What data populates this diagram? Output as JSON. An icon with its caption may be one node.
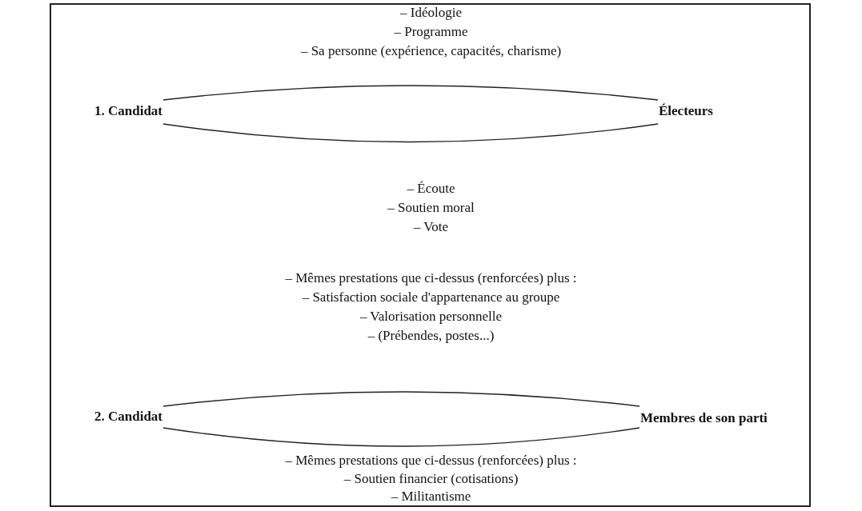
{
  "diagram": {
    "nodes": [
      {
        "text": [
          "1. Candidat"
        ]
      },
      {
        "text": [
          "Électeurs"
        ]
      },
      {
        "text": [
          "2. Candidat"
        ]
      },
      {
        "text": [
          "Membres de son parti"
        ]
      }
    ],
    "edges": [
      {
        "from": 0,
        "to": 1,
        "arrow": "none"
      },
      {
        "from": 0,
        "to": 1,
        "arrow": "none"
      },
      {
        "from": 2,
        "to": 3,
        "arrow": "none"
      },
      {
        "from": 2,
        "to": 3,
        "arrow": "none"
      }
    ],
    "labels": [
      "– Idéologie",
      "– Programme",
      "– Sa personne (expérience, capacités, charisme)",
      "– Écoute",
      "– Soutien moral",
      "– Vote",
      "– Mêmes prestations que ci-dessus (renforcées) plus :",
      "– Satisfaction sociale d'appartenance au groupe",
      "– Valorisation personnelle",
      "– (Prébendes, postes...)",
      "– Mêmes prestations que ci-dessus (renforcées) plus :",
      "– Soutien financier (cotisations)",
      "– Militantisme"
    ]
  }
}
